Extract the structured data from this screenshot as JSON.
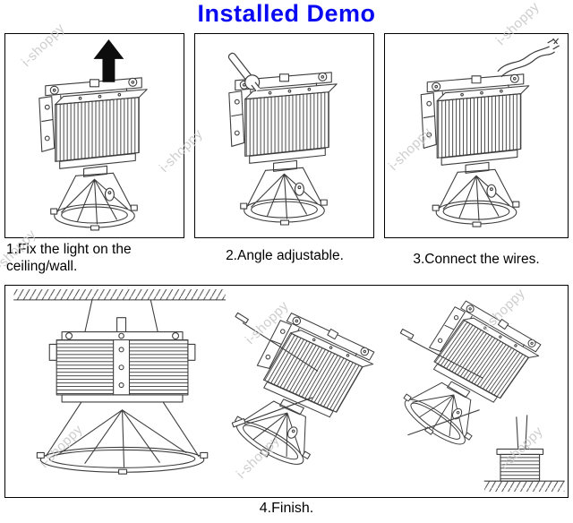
{
  "title": "Installed Demo",
  "colors": {
    "title": "#0a0af2",
    "line_art": "#3d3d3d",
    "watermark": "#c6c6c6",
    "panel_border": "#000000",
    "background": "#ffffff"
  },
  "watermark": {
    "text": "i-shoppy"
  },
  "steps": [
    {
      "caption": "1.Fix the light on the ceiling/wall.",
      "icon": "up-arrow-icon"
    },
    {
      "caption": "2.Angle adjustable.",
      "icon": "wrench-icon"
    },
    {
      "caption": "3.Connect the wires.",
      "icon": "wires-icon"
    },
    {
      "caption": "4.Finish."
    }
  ]
}
